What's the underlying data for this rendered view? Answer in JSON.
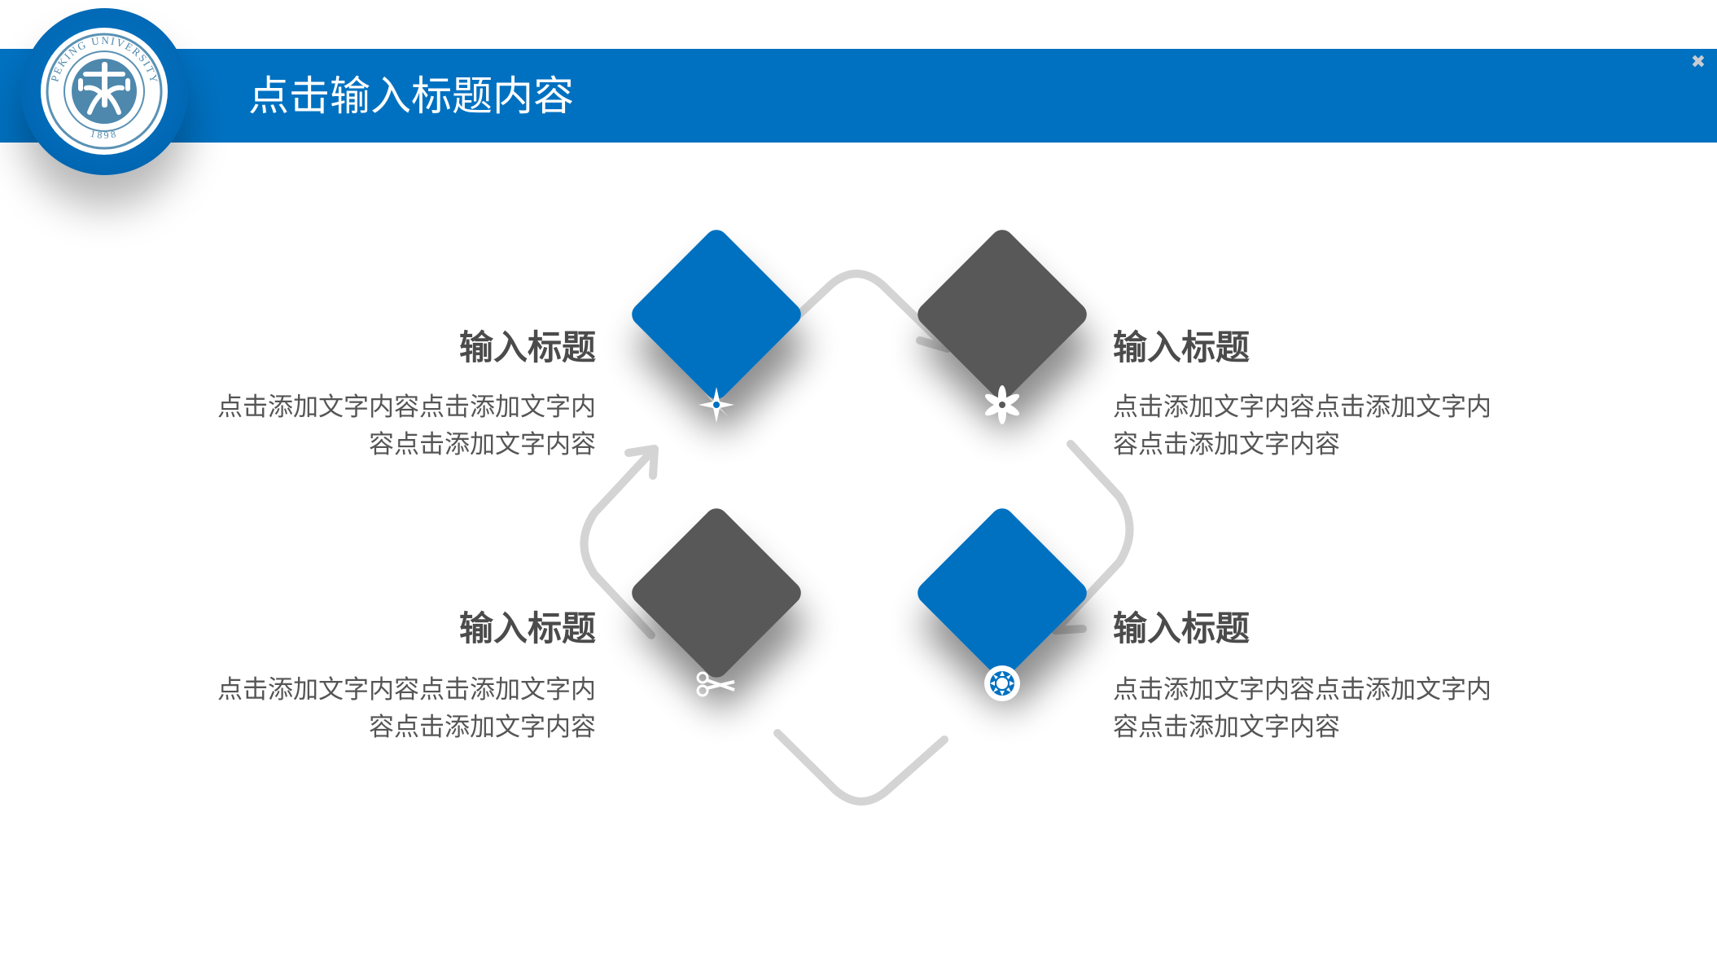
{
  "header": {
    "title": "点击输入标题内容",
    "close_glyph": "✖",
    "bar_color": "#0071c1"
  },
  "logo": {
    "name": "peking-university-seal",
    "ring_text": "PEKING UNIVERSITY",
    "year": "1898"
  },
  "colors": {
    "blue": "#0071c1",
    "gray": "#595959",
    "arrow": "#d4d4d4"
  },
  "items": [
    {
      "title": "输入标题",
      "text": "点击添加文字内容点击添加文字内容点击添加文字内容",
      "icon": "compass-star-icon",
      "color": "blue"
    },
    {
      "title": "输入标题",
      "text": "点击添加文字内容点击添加文字内容点击添加文字内容",
      "icon": "flower-icon",
      "color": "gray"
    },
    {
      "title": "输入标题",
      "text": "点击添加文字内容点击添加文字内容点击添加文字内容",
      "icon": "scissors-icon",
      "color": "gray"
    },
    {
      "title": "输入标题",
      "text": "点击添加文字内容点击添加文字内容点击添加文字内容",
      "icon": "sun-gear-icon",
      "color": "blue"
    }
  ]
}
